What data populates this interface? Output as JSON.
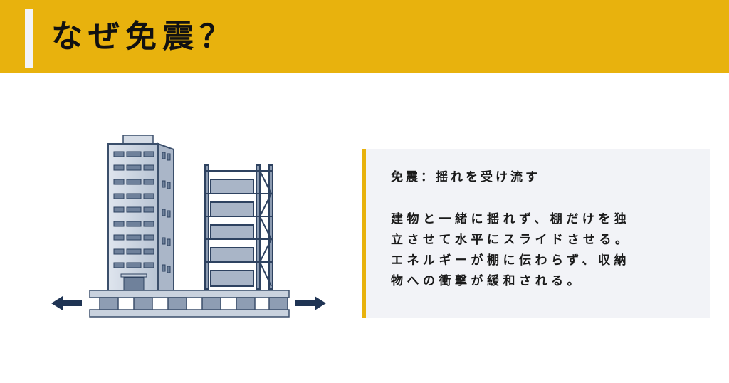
{
  "header": {
    "title": "なぜ免震？",
    "background_color": "#e8b20d"
  },
  "illustration": {
    "description": "Base-isolated building and storage rack on sliding isolators with left/right arrows",
    "arrows": [
      "arrow-left",
      "arrow-right"
    ]
  },
  "panel": {
    "heading": "免震：揺れを受け流す",
    "body_lines": [
      "建物と一緒に揺れず、棚だけを独",
      "立させて水平にスライドさせる。",
      "エネルギーが棚に伝わらず、収納",
      "物への衝撃が緩和される。"
    ],
    "accent_color": "#e8b20d",
    "background_color": "#f2f3f7"
  }
}
